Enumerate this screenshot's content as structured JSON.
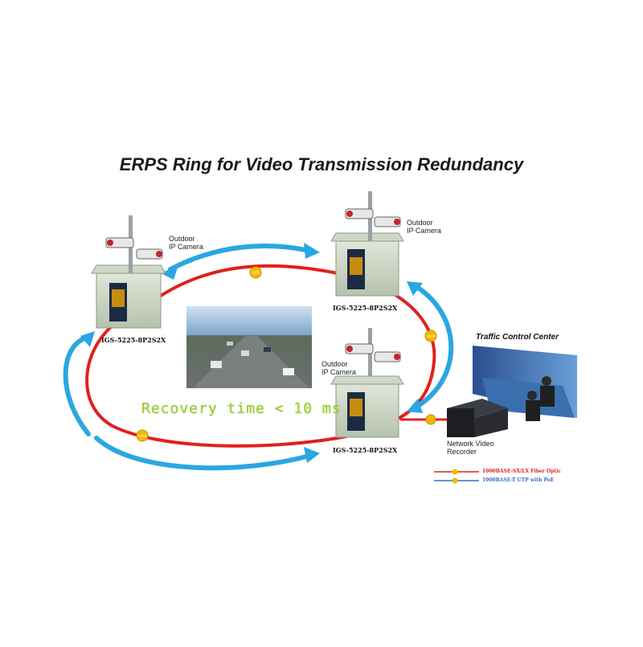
{
  "title": "ERPS Ring for Video Transmission Redundancy",
  "cameras": [
    {
      "line1": "Outdoor",
      "line2": "IP Camera"
    },
    {
      "line1": "Outdoor",
      "line2": "IP Camera"
    },
    {
      "line1": "Outdoor",
      "line2": "IP Camera"
    }
  ],
  "switches": [
    "IGS-5225-8P2S2X",
    "IGS-5225-8P2S2X",
    "IGS-5225-8P2S2X"
  ],
  "link_badge": "1000",
  "recovery_text": "Recovery time < 10 ms",
  "traffic_control_center": "Traffic Control Center",
  "nvr": {
    "line1": "Network Video",
    "line2": "Recorder"
  },
  "legend": [
    {
      "label": "1000BASE-SX/LX Fiber Optic",
      "color": "#e02020"
    },
    {
      "label": "1000BASE-T UTP with PoE",
      "color": "#2f6fc0"
    }
  ],
  "colors": {
    "fiber": "#e02020",
    "utp": "#2f6fc0",
    "arrow": "#2aa7e0",
    "badge": "#f5b800"
  }
}
